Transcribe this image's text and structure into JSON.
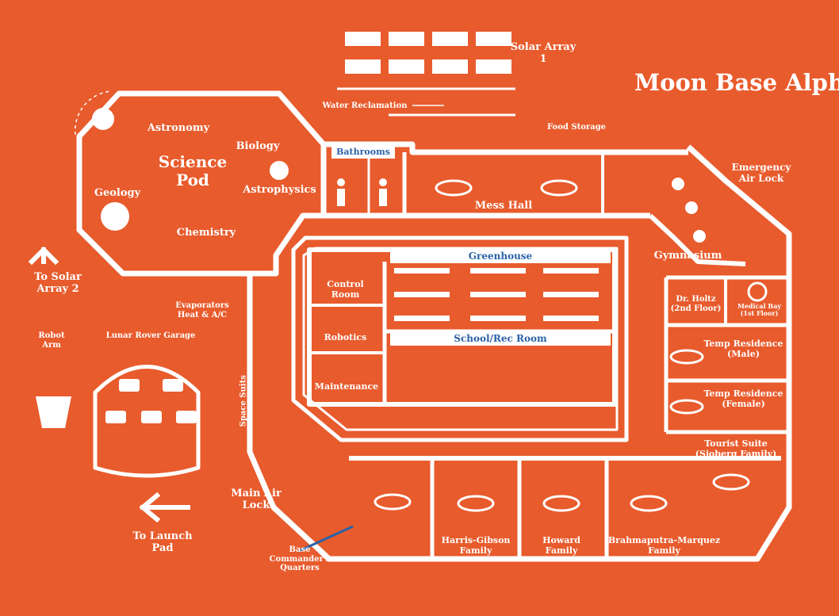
{
  "title": "Moon Base Alpha",
  "colors": {
    "background": "#e85b2c",
    "lines": "#ffffff",
    "highlight": "#2a62a8"
  },
  "labels": {
    "solar_array_1": "Solar Array 1",
    "astronomy": "Astronomy",
    "science_pod": "Science Pod",
    "geology": "Geology",
    "biology": "Biology",
    "astrophysics": "Astrophysics",
    "chemistry": "Chemistry",
    "water_reclamation": "Water Reclamation",
    "bathrooms": "Bathrooms",
    "food_storage": "Food Storage",
    "mess_hall": "Mess Hall",
    "emergency_air_lock": "Emergency Air Lock",
    "gymnasium": "Gymnasium",
    "greenhouse": "Greenhouse",
    "control_room": "Control Room",
    "robotics": "Robotics",
    "maintenance": "Maintenance",
    "school_rec_room": "School/Rec Room",
    "dr_holtz": "Dr. Holtz (2nd Floor)",
    "medical_bay": "Medical Bay (1st Floor)",
    "temp_residence_male": "Temp Residence (Male)",
    "temp_residence_female": "Temp Residence (Female)",
    "tourist_suite": "Tourist Suite (Sjoberg Family)",
    "to_solar_array_2": "To Solar Array 2",
    "evaporators": "Evaporators Heat & A/C",
    "robot_arm": "Robot Arm",
    "lunar_rover_garage": "Lunar Rover Garage",
    "space_suits": "Space Suits",
    "main_air_lock": "Main Air Lock",
    "to_launch_pad": "To Launch Pad",
    "base_commanders_quarters": "Base Commander's Quarters",
    "harris_gibson": "Harris-Gibson Family",
    "howard": "Howard Family",
    "brahmaputra_marquez": "Brahmaputra-Marquez Family"
  },
  "icons": [
    "solar-panel-icon",
    "telescope-icon",
    "rock-sample-icon",
    "microscope-icon",
    "globe-icon",
    "lab-flask-icon",
    "toilet-figure-icon",
    "table-icon",
    "exercise-bike-icon",
    "medical-cross-icon",
    "plant-tray-icon",
    "rover-icon",
    "robot-arm-icon",
    "arrow-icon"
  ]
}
